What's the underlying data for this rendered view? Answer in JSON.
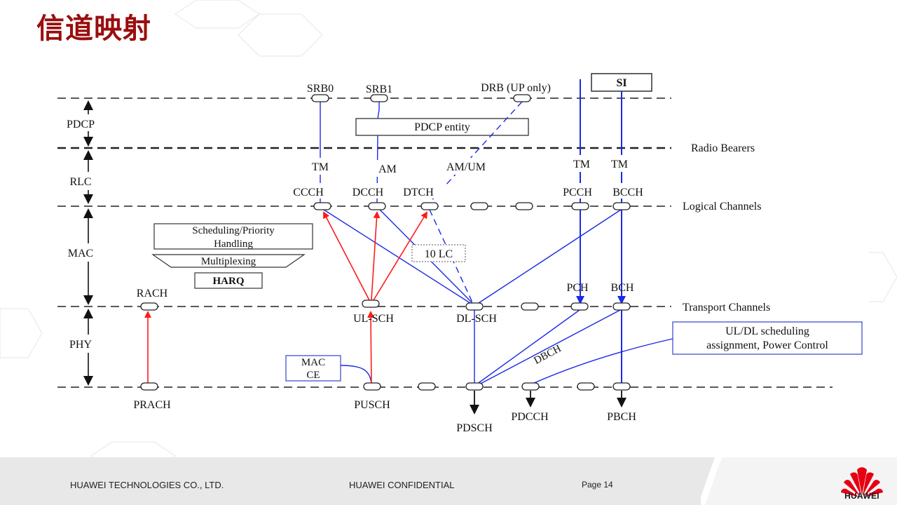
{
  "slide": {
    "title": "信道映射"
  },
  "diagram": {
    "layers": {
      "pdcp": "PDCP",
      "rlc": "RLC",
      "mac": "MAC",
      "phy": "PHY"
    },
    "rows": {
      "radio_bearers": "Radio Bearers",
      "logical_channels": "Logical Channels",
      "transport_channels": "Transport Channels"
    },
    "bearers": {
      "srb0": "SRB0",
      "srb1": "SRB1",
      "drb": "DRB (UP only)",
      "si": "SI"
    },
    "pdcp_entity": "PDCP entity",
    "rlc_modes": {
      "tm1": "TM",
      "am": "AM",
      "am_um": "AM/UM",
      "tm2": "TM",
      "tm3": "TM"
    },
    "logical": {
      "ccch": "CCCH",
      "dcch": "DCCH",
      "dtch": "DTCH",
      "pcch": "PCCH",
      "bcch": "BCCH"
    },
    "mac_blocks": {
      "scheduling_line1": "Scheduling/Priority",
      "scheduling_line2": "Handling",
      "multiplexing": "Multiplexing",
      "harq": "HARQ",
      "lc_count": "10 LC"
    },
    "transport": {
      "rach": "RACH",
      "ul_sch": "UL-SCH",
      "dl_sch": "DL-SCH",
      "pch": "PCH",
      "bch": "BCH",
      "dbch": "DBCH"
    },
    "physical": {
      "prach": "PRACH",
      "pusch": "PUSCH",
      "pdsch": "PDSCH",
      "pdcch": "PDCCH",
      "pbch": "PBCH"
    },
    "mac_ce_line1": "MAC",
    "mac_ce_line2": "CE",
    "ul_dl_line1": "UL/DL scheduling",
    "ul_dl_line2": "assignment, Power Control"
  },
  "footer": {
    "company": "HUAWEI TECHNOLOGIES CO., LTD.",
    "confidential": "HUAWEI CONFIDENTIAL",
    "page": "Page 14",
    "logo_text": "HUAWEI"
  },
  "colors": {
    "title": "#9a0e0e",
    "uplink_arrow": "#ff1a1a",
    "downlink_line": "#1a2ae6",
    "logo_red": "#e60012"
  }
}
